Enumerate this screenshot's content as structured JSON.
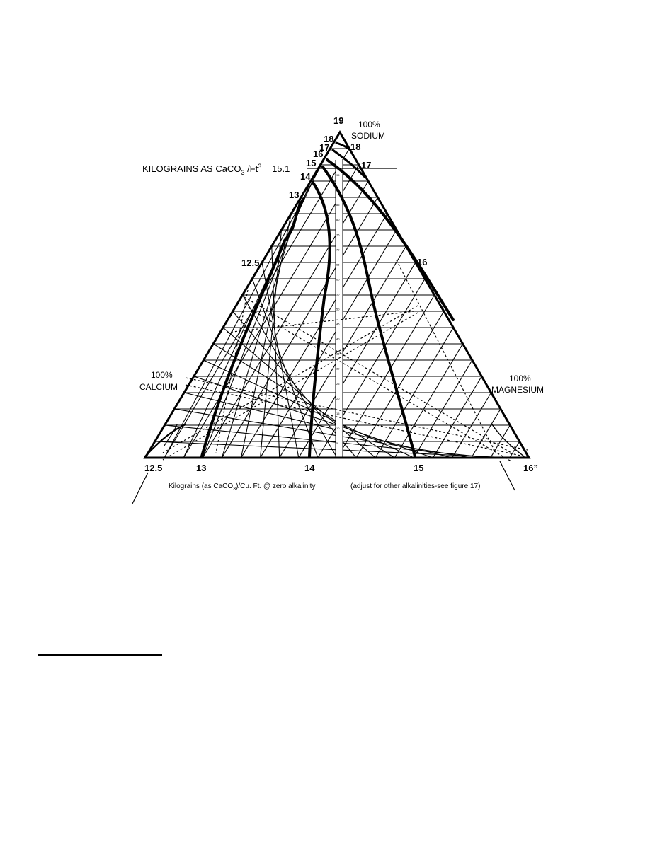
{
  "diagram": {
    "title_prefix": "KILOGRAINS AS CaCO",
    "title_sub1": "3",
    "title_mid": " /Ft",
    "title_sup": "3",
    "title_suffix": " = 15.1",
    "corners": {
      "sodium": [
        "100%",
        "SODIUM"
      ],
      "calcium": [
        "100%",
        "CALCIUM"
      ],
      "magnesium": [
        "100%",
        "MAGNESIUM"
      ]
    },
    "apex_label": "19",
    "curve_labels_left": [
      "18",
      "17",
      "16",
      "15",
      "14",
      "13",
      "12.5"
    ],
    "curve_labels_right": [
      "18",
      "17",
      "16"
    ],
    "curve_labels_bottom": [
      "12.5",
      "13",
      "14",
      "15",
      "16”"
    ],
    "center_scale_ticks": [
      "95",
      "90",
      "85",
      "80",
      "75",
      "70",
      "65",
      "60",
      "55",
      "50",
      "45",
      "40",
      "35",
      "30",
      "25",
      "20",
      "15",
      "10",
      "5"
    ],
    "caption_left_prefix": "Kilograins (as CaCO",
    "caption_left_sub": "3",
    "caption_left_suffix": ")/Cu. Ft. @ zero alkalinity",
    "caption_right": "(adjust for other alkalinities-see figure 17)"
  }
}
